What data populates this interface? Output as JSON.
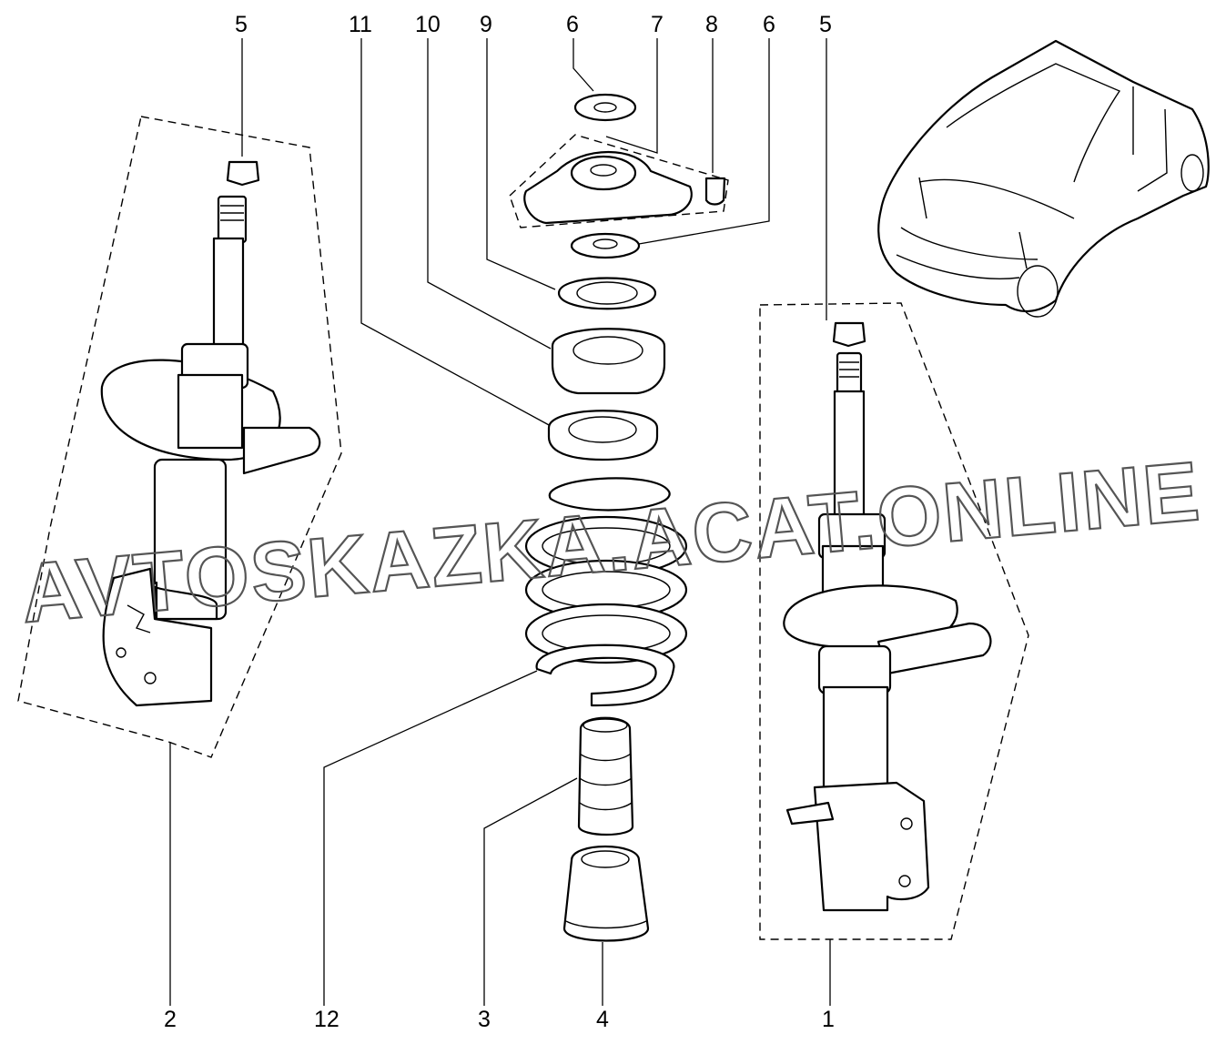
{
  "callouts": {
    "c1": "1",
    "c2": "2",
    "c3": "3",
    "c4": "4",
    "c5_left": "5",
    "c5_right": "5",
    "c6_top": "6",
    "c6_right": "6",
    "c7": "7",
    "c8": "8",
    "c9": "9",
    "c10": "10",
    "c11": "11",
    "c12": "12"
  },
  "watermark": "AVTOSKAZKA.ACAT.ONLINE"
}
